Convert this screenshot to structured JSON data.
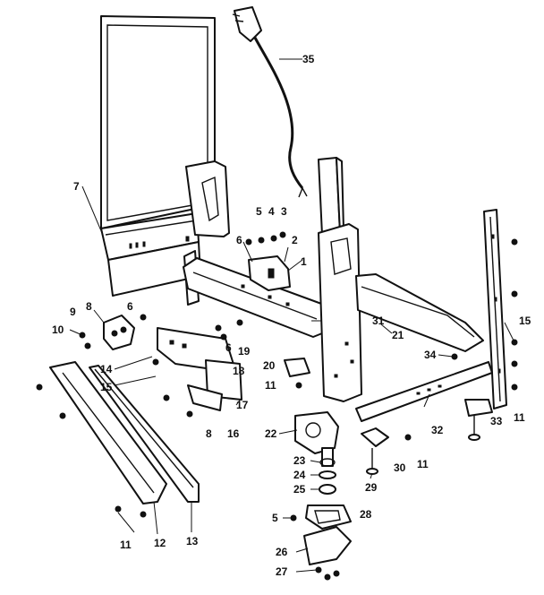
{
  "diagram": {
    "labels": {
      "l35": "35",
      "l7": "7",
      "l5a": "5",
      "l4": "4",
      "l3": "3",
      "l2": "2",
      "l1": "1",
      "l6a": "6",
      "l9": "9",
      "l8a": "8",
      "l6b": "6",
      "l6c": "6",
      "l19": "19",
      "l31": "31",
      "l21": "21",
      "l10": "10",
      "l14": "14",
      "l15a": "15",
      "l18": "18",
      "l20": "20",
      "l11a": "11",
      "l34": "34",
      "l15b": "15",
      "l17": "17",
      "l8b": "8",
      "l16": "16",
      "l22": "22",
      "l32": "32",
      "l33": "33",
      "l11b": "11",
      "l23": "23",
      "l24": "24",
      "l25": "25",
      "l30": "30",
      "l11c": "11",
      "l29": "29",
      "l5b": "5",
      "l28": "28",
      "l11d": "11",
      "l12": "12",
      "l13": "13",
      "l26": "26",
      "l27": "27"
    }
  }
}
